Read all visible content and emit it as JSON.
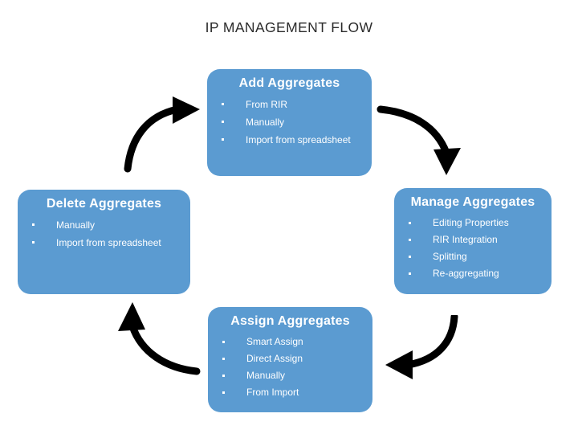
{
  "slide": {
    "title": "IP MANAGEMENT FLOW",
    "background_color": "#ffffff",
    "node_color": "#5b9bd1",
    "node_text_color": "#ffffff",
    "arrow_color": "#000000"
  },
  "nodes": [
    {
      "id": "add",
      "title": "Add Aggregates",
      "bullets": [
        "From RIR",
        "Manually",
        "Import from spreadsheet"
      ]
    },
    {
      "id": "manage",
      "title": "Manage Aggregates",
      "bullets": [
        "Editing Properties",
        "RIR Integration",
        "Splitting",
        "Re-aggregating"
      ]
    },
    {
      "id": "assign",
      "title": "Assign Aggregates",
      "bullets": [
        "Smart Assign",
        "Direct Assign",
        "Manually",
        "From Import"
      ]
    },
    {
      "id": "delete",
      "title": "Delete Aggregates",
      "bullets": [
        "Manually",
        "Import from spreadsheet"
      ]
    }
  ],
  "arrows": [
    {
      "id": "top-right",
      "name": "curved-arrow-add-to-manage",
      "from": "add",
      "to": "manage",
      "direction": "down"
    },
    {
      "id": "bottom-right",
      "name": "curved-arrow-manage-to-assign",
      "from": "manage",
      "to": "assign",
      "direction": "left"
    },
    {
      "id": "bottom-left",
      "name": "curved-arrow-assign-to-delete",
      "from": "assign",
      "to": "delete",
      "direction": "up"
    },
    {
      "id": "top-left",
      "name": "curved-arrow-delete-to-add",
      "from": "delete",
      "to": "add",
      "direction": "right"
    }
  ]
}
